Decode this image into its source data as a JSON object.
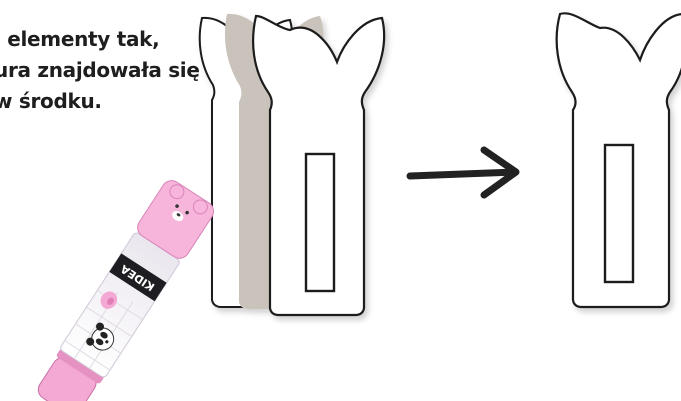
{
  "instruction": {
    "line1": "j elementy tak,",
    "line2": "ura znajdowała się",
    "line3": "w środku."
  },
  "glue_stick": {
    "brand": "KIDEA"
  },
  "icons": {
    "arrow": "right-arrow-icon",
    "bear_cap": "bear-face-icon",
    "panda": "panda-icon",
    "bunny_templates": "bunny-template-icon"
  },
  "colors": {
    "paper_white": "#ffffff",
    "paper_grey": "#c9c3bb",
    "outline": "#1a1a1a",
    "glue_pink": "#f3a9d4",
    "glue_cap": "#f7b5dc"
  }
}
